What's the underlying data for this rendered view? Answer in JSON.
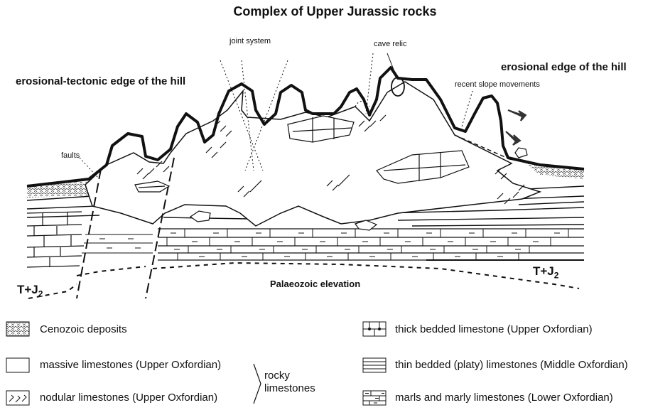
{
  "title": "Complex of Upper Jurassic rocks",
  "labels": {
    "joint_system": "joint system",
    "cave_relic": "cave relic",
    "erosional_tectonic_edge": "erosional-tectonic edge of the hill",
    "erosional_edge": "erosional edge of the hill",
    "recent_slope_movements": "recent slope movements",
    "faults": "faults",
    "palaeozoic_elevation": "Palaeozoic elevation",
    "tj_left": "T+J",
    "tj_left_sub": "2",
    "tj_right": "T+J",
    "tj_right_sub": "2"
  },
  "legend": {
    "left": [
      {
        "pattern": "cenozoic",
        "label": "Cenozoic deposits"
      },
      {
        "pattern": "massive",
        "label": "massive limestones (Upper Oxfordian)"
      },
      {
        "pattern": "nodular",
        "label": "nodular limestones (Upper Oxfordian)"
      }
    ],
    "right": [
      {
        "pattern": "thick-bedded",
        "label": "thick bedded limestone (Upper Oxfordian)"
      },
      {
        "pattern": "thin-bedded",
        "label": "thin bedded (platy) limestones (Middle Oxfordian)"
      },
      {
        "pattern": "marls",
        "label": "marls and marly limestones (Lower Oxfordian)"
      }
    ],
    "bracket_label_line1": "rocky",
    "bracket_label_line2": "limestones"
  }
}
